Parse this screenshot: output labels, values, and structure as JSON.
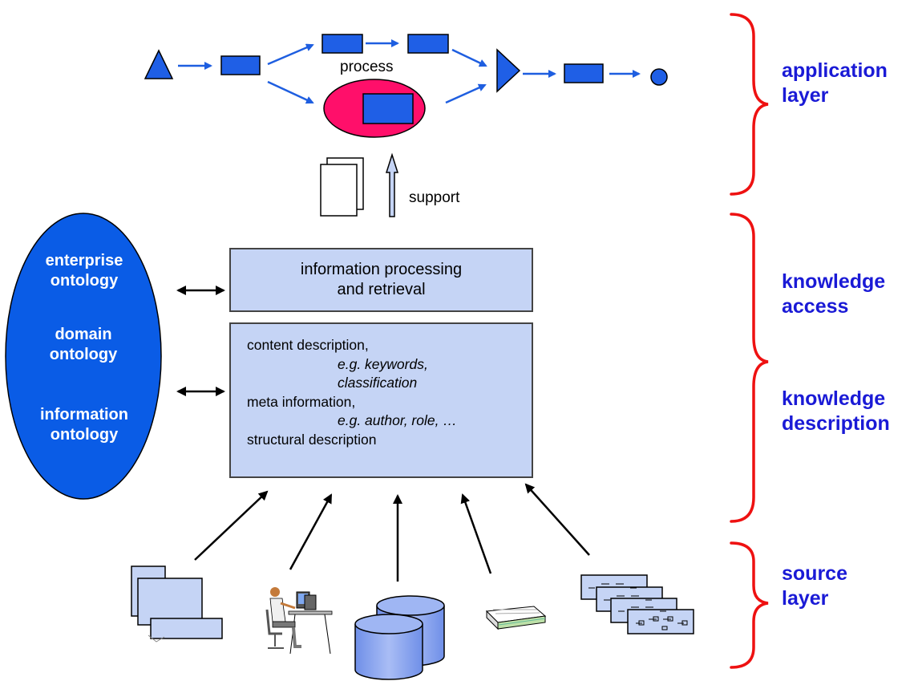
{
  "process": {
    "label": "process"
  },
  "support": {
    "label": "support"
  },
  "ontologies": [
    "enterprise ontology",
    "domain ontology",
    "information ontology"
  ],
  "retrieval_box": {
    "line1": "information processing",
    "line2": "and retrieval"
  },
  "content_box": {
    "line1": "content description,",
    "line2": "e.g. keywords,",
    "line3": "classification",
    "line4": "meta information,",
    "line5": "e.g. author, role, …",
    "line6": "structural description"
  },
  "layers": {
    "application": [
      "application",
      "layer"
    ],
    "knowledge_access": [
      "knowledge",
      "access"
    ],
    "knowledge_description": [
      "knowledge",
      "description"
    ],
    "source": [
      "source",
      "layer"
    ]
  },
  "source_icons": [
    "windows-icon",
    "person-at-computer-icon",
    "database-icon",
    "document-stack-icon",
    "process-diagrams-icon"
  ],
  "colors": {
    "accent_blue": "#1e5ee0",
    "node_fill": "#1f5fe6",
    "process_ellipse": "#ff0f6a",
    "ontology_fill": "#0a5ce6",
    "box_fill": "#c5d4f5",
    "brace_red": "#ee1111",
    "layer_text": "#1a1ad6"
  }
}
